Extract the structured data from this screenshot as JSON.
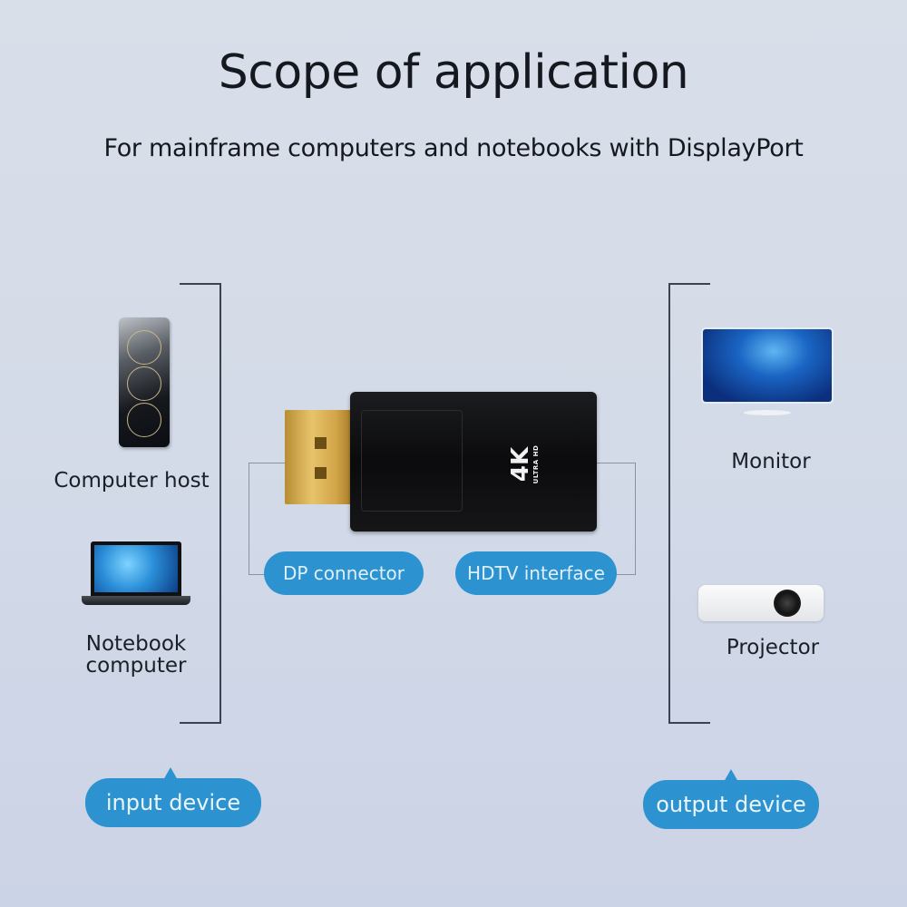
{
  "header": {
    "title": "Scope of application",
    "subtitle": "For mainframe computers and notebooks with DisplayPort"
  },
  "input_devices": {
    "items": [
      {
        "label": "Computer host",
        "icon": "desktop-tower-icon"
      },
      {
        "label_line1": "Notebook",
        "label_line2": "computer",
        "icon": "laptop-icon"
      }
    ],
    "group_label": "input device"
  },
  "adapter": {
    "badge_main": "4K",
    "badge_sub": "ULTRA HD",
    "left_port_label": "DP connector",
    "right_port_label": "HDTV interface"
  },
  "output_devices": {
    "items": [
      {
        "label": "Monitor",
        "icon": "monitor-icon"
      },
      {
        "label": "Projector",
        "icon": "projector-icon"
      }
    ],
    "group_label": "output device"
  },
  "colors": {
    "accent_blue": "#2c93d0",
    "background": "#d4dbe8",
    "text_dark": "#15191f"
  }
}
